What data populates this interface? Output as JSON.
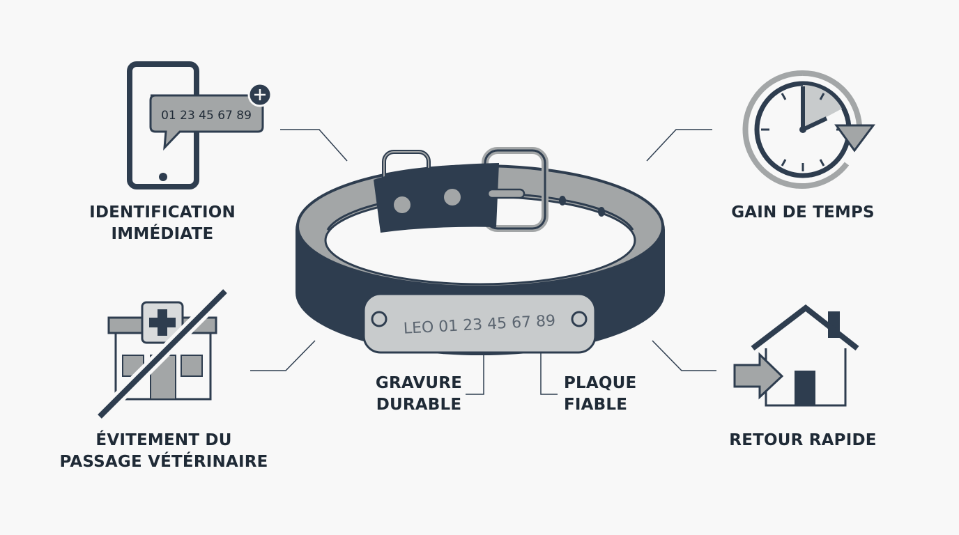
{
  "colors": {
    "dark": "#2e3d4f",
    "grey": "#a3a6a7",
    "light": "#f8f8f8",
    "plate": "#c8cbcc",
    "text": "#1f2a36"
  },
  "benefits": {
    "identification": {
      "icon": "phone-message-icon",
      "line1": "IDENTIFICATION",
      "line2": "IMMÉDIATE",
      "phone_number": "01 23 45 67 89"
    },
    "time": {
      "icon": "clock-arrow-icon",
      "line1": "GAIN DE TEMPS"
    },
    "vet": {
      "icon": "crossed-clinic-icon",
      "line1": "ÉVITEMENT DU",
      "line2": "PASSAGE VÉTÉRINAIRE"
    },
    "return": {
      "icon": "home-arrow-icon",
      "line1": "RETOUR RAPIDE"
    }
  },
  "collar": {
    "plate_text": "LEO 01 23 45 67 89",
    "engraving": {
      "line1": "GRAVURE",
      "line2": "DURABLE"
    },
    "plate": {
      "line1": "PLAQUE",
      "line2": "FIABLE"
    }
  }
}
